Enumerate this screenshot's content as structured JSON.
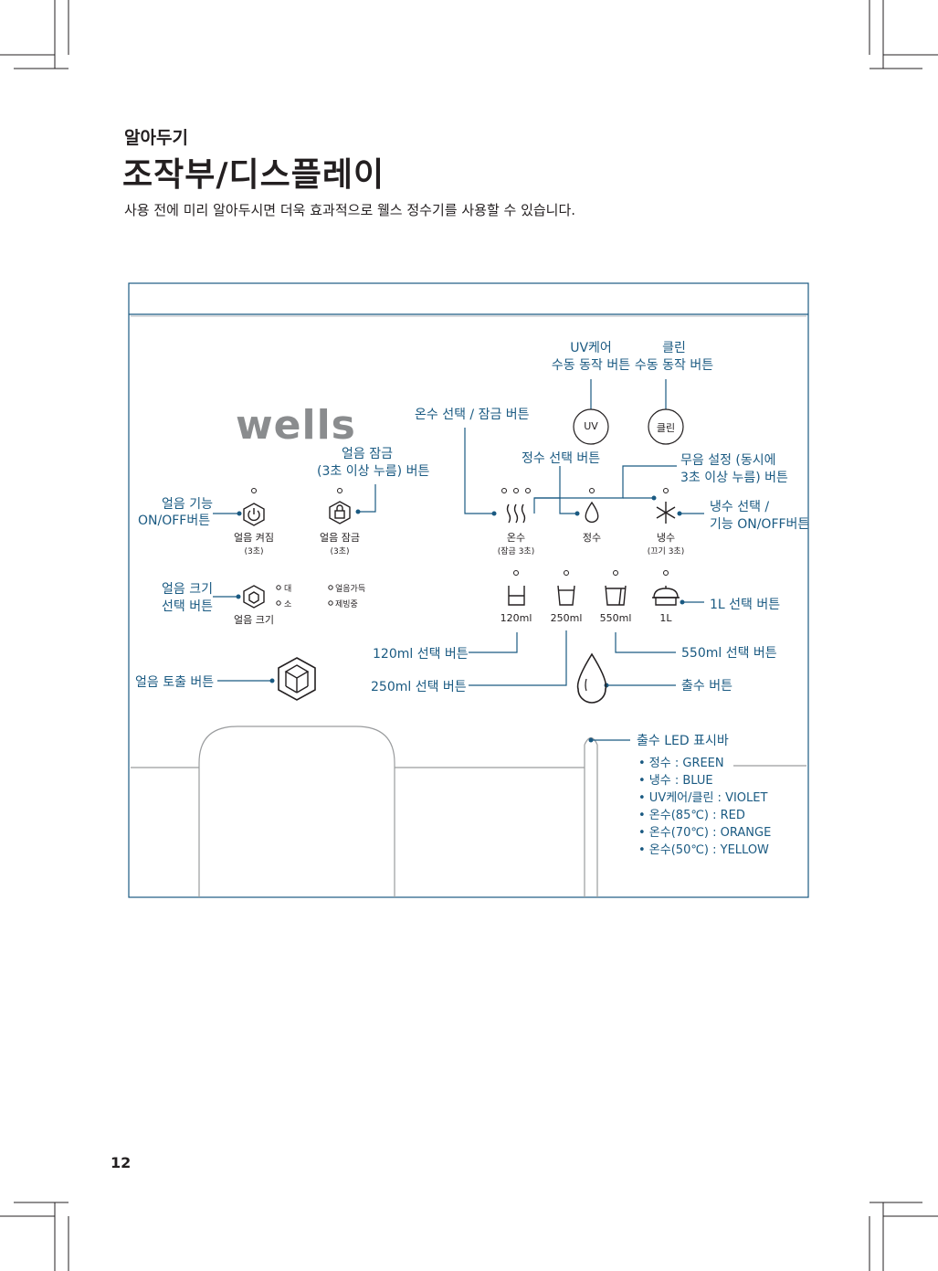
{
  "header": {
    "kicker": "알아두기",
    "title": "조작부/디스플레이",
    "subtitle": "사용 전에 미리 알아두시면 더욱 효과적으로 웰스 정수기를 사용할 수 있습니다."
  },
  "logo": "wells",
  "top_buttons": {
    "uv_symbol": "UV",
    "clean_symbol": "클린",
    "uv_label_1": "UV케어",
    "uv_label_2": "수동 동작 버튼",
    "clean_label_1": "클린",
    "clean_label_2": "수동 동작 버튼"
  },
  "callouts": {
    "hot_select_lock": "온수 선택 / 잠금 버튼",
    "ice_lock_1": "얼음 잠금",
    "ice_lock_2": "(3초 이상 누름) 버튼",
    "purified_select": "정수 선택 버튼",
    "mute_1": "무음 설정 (동시에",
    "mute_2": "3초 이상 누름) 버튼",
    "ice_power_1": "얼음 기능",
    "ice_power_2": "ON/OFF버튼",
    "cold_1": "냉수 선택 /",
    "cold_2": "기능 ON/OFF버튼",
    "ice_size_1": "얼음 크기",
    "ice_size_2": "선택 버튼",
    "one_liter": "1L 선택 버튼",
    "ml120": "120ml 선택 버튼",
    "ml550": "550ml  선택 버튼",
    "ice_dispense": "얼음 토출 버튼",
    "ml250": "250ml 선택 버튼",
    "dispense": "출수 버튼",
    "led_bar": "출수 LED 표시바"
  },
  "panel_labels": {
    "ice_on": "얼음 켜짐",
    "ice_on_sub": "(3초)",
    "ice_lock": "얼음 잠금",
    "ice_lock_sub": "(3초)",
    "hot": "온수",
    "hot_sub": "(잠금 3초)",
    "purified": "정수",
    "cold": "냉수",
    "cold_sub": "(끄기 3초)",
    "ice_size": "얼음 크기",
    "size_large": "대",
    "size_small": "소",
    "ice_full": "얼음가득",
    "ice_making": "제빙중",
    "vol_120": "120ml",
    "vol_250": "250ml",
    "vol_550": "550ml",
    "vol_1l": "1L"
  },
  "led_legend": [
    "• 정수 : GREEN",
    "• 냉수 : BLUE",
    "• UV케어/클린 : VIOLET",
    "• 온수(85℃) : RED",
    "• 온수(70℃) : ORANGE",
    "• 온수(50℃) : YELLOW"
  ],
  "page_number": "12",
  "colors": {
    "callout": "#1a5a82",
    "panel_border": "#1a5a82",
    "logo": "#8a8c8e"
  }
}
